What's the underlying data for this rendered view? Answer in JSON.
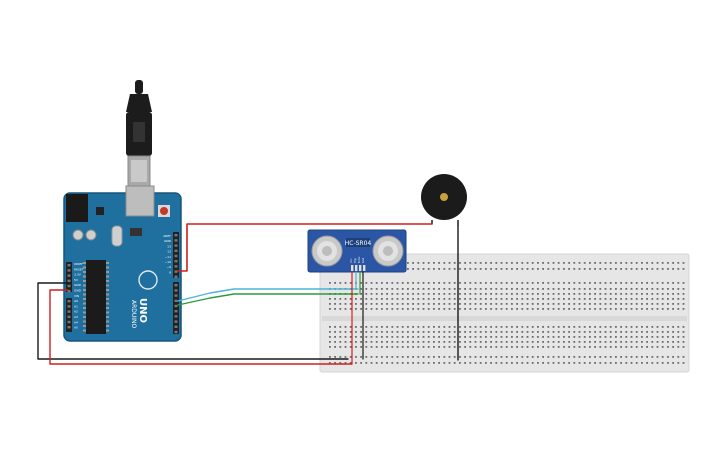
{
  "diagram": {
    "components": {
      "arduino": {
        "brand_text": "ARDUINO",
        "model_text": "UNO",
        "board_color": "#1f6f9f",
        "left_header_labels": [
          "IOREF",
          "RESET",
          "3.3V",
          "5V",
          "GND",
          "GND",
          "VIN",
          "A0",
          "A1",
          "A2",
          "A3",
          "A4",
          "A5"
        ],
        "top_header_labels": [
          "AREF",
          "GND",
          "13",
          "12",
          "~11",
          "~10",
          "~9",
          "8"
        ]
      },
      "sensor": {
        "label": "HC-SR04",
        "pin_labels": [
          "Vcc",
          "Trig",
          "Echo",
          "Gnd"
        ],
        "board_color": "#2a56a5"
      },
      "buzzer": {
        "body_color": "#1b1b1b",
        "center_color": "#c8a23a"
      },
      "usb_cable": {
        "color": "#1c1c1c"
      },
      "breadboard": {
        "color": "#e6e6e6"
      }
    },
    "wire_colors": {
      "power": "#d01f1f",
      "ground": "#1a1a1a",
      "trig": "#4fb3d9",
      "echo": "#2e9b3a"
    }
  }
}
